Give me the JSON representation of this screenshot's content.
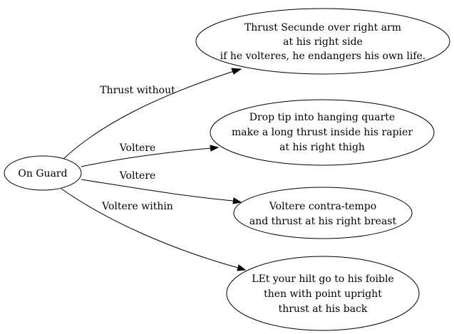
{
  "nodes": {
    "root": {
      "label": "On Guard"
    },
    "n1": {
      "lines": [
        "Thrust Secunde over right arm",
        "at his right side",
        "if he volteres, he endangers his own life."
      ]
    },
    "n2": {
      "lines": [
        "Drop tip into hanging quarte",
        "make a long thrust inside his rapier",
        "at his right thigh"
      ]
    },
    "n3": {
      "lines": [
        "Voltere contra-tempo",
        "and thrust at his right breast"
      ]
    },
    "n4": {
      "lines": [
        "LEt your hilt go to his foible",
        "then with point upright",
        "thrust at his back"
      ]
    }
  },
  "edges": [
    {
      "from": "On Guard",
      "to": "n1",
      "label": "Thrust without"
    },
    {
      "from": "On Guard",
      "to": "n2",
      "label": "Voltere"
    },
    {
      "from": "On Guard",
      "to": "n3",
      "label": "Voltere"
    },
    {
      "from": "On Guard",
      "to": "n4",
      "label": "Voltere within"
    }
  ]
}
